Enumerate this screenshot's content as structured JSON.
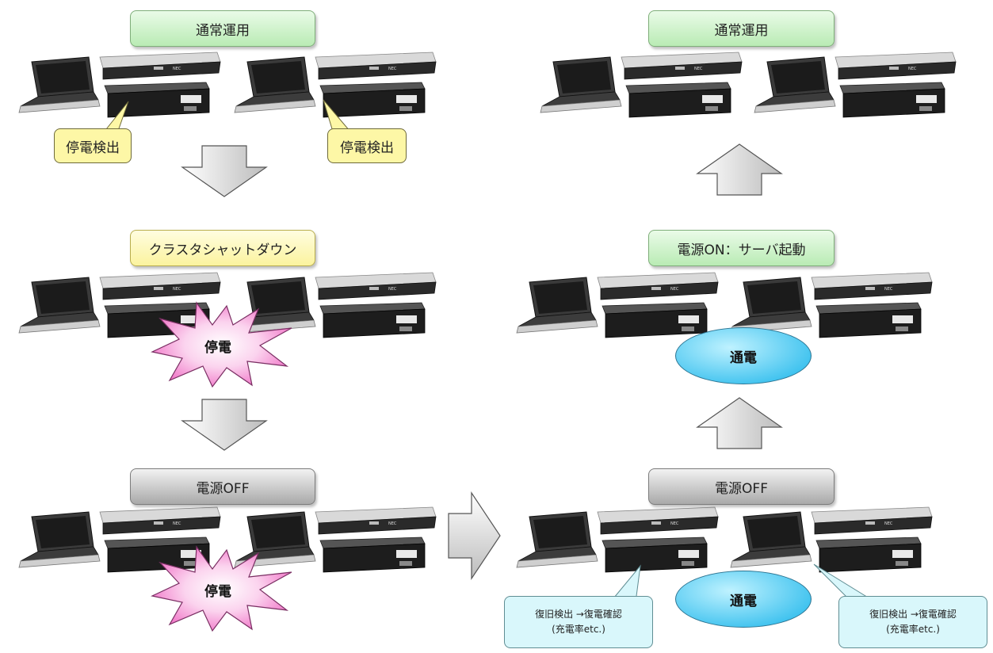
{
  "labels": {
    "normal_left": "通常運用",
    "normal_right": "通常運用",
    "cluster_shutdown": "クラスタシャットダウン",
    "power_off_left": "電源OFF",
    "power_off_right": "電源OFF",
    "power_on": "電源ON：サーバ起動"
  },
  "callouts": {
    "detect_left": "停電検出",
    "detect_right": "停電検出",
    "recovery_left_line1": "復旧検出 →復電確認",
    "recovery_left_line2": "(充電率etc.)",
    "recovery_right_line1": "復旧検出 →復電確認",
    "recovery_right_line2": "(充電率etc.)"
  },
  "events": {
    "outage1": "停電",
    "outage2": "停電",
    "energized1": "通電",
    "energized2": "通電"
  },
  "devices": {
    "server_logo": "NEC"
  },
  "colors": {
    "green_box": "#c9f0c4",
    "yellow_box": "#fbf39e",
    "gray_box": "#b5b5b5",
    "cyan_box": "#d9f7fb",
    "ellipse": "#41c3ef",
    "burst": "#f58bd0",
    "arrow": "#d6d6d6"
  }
}
